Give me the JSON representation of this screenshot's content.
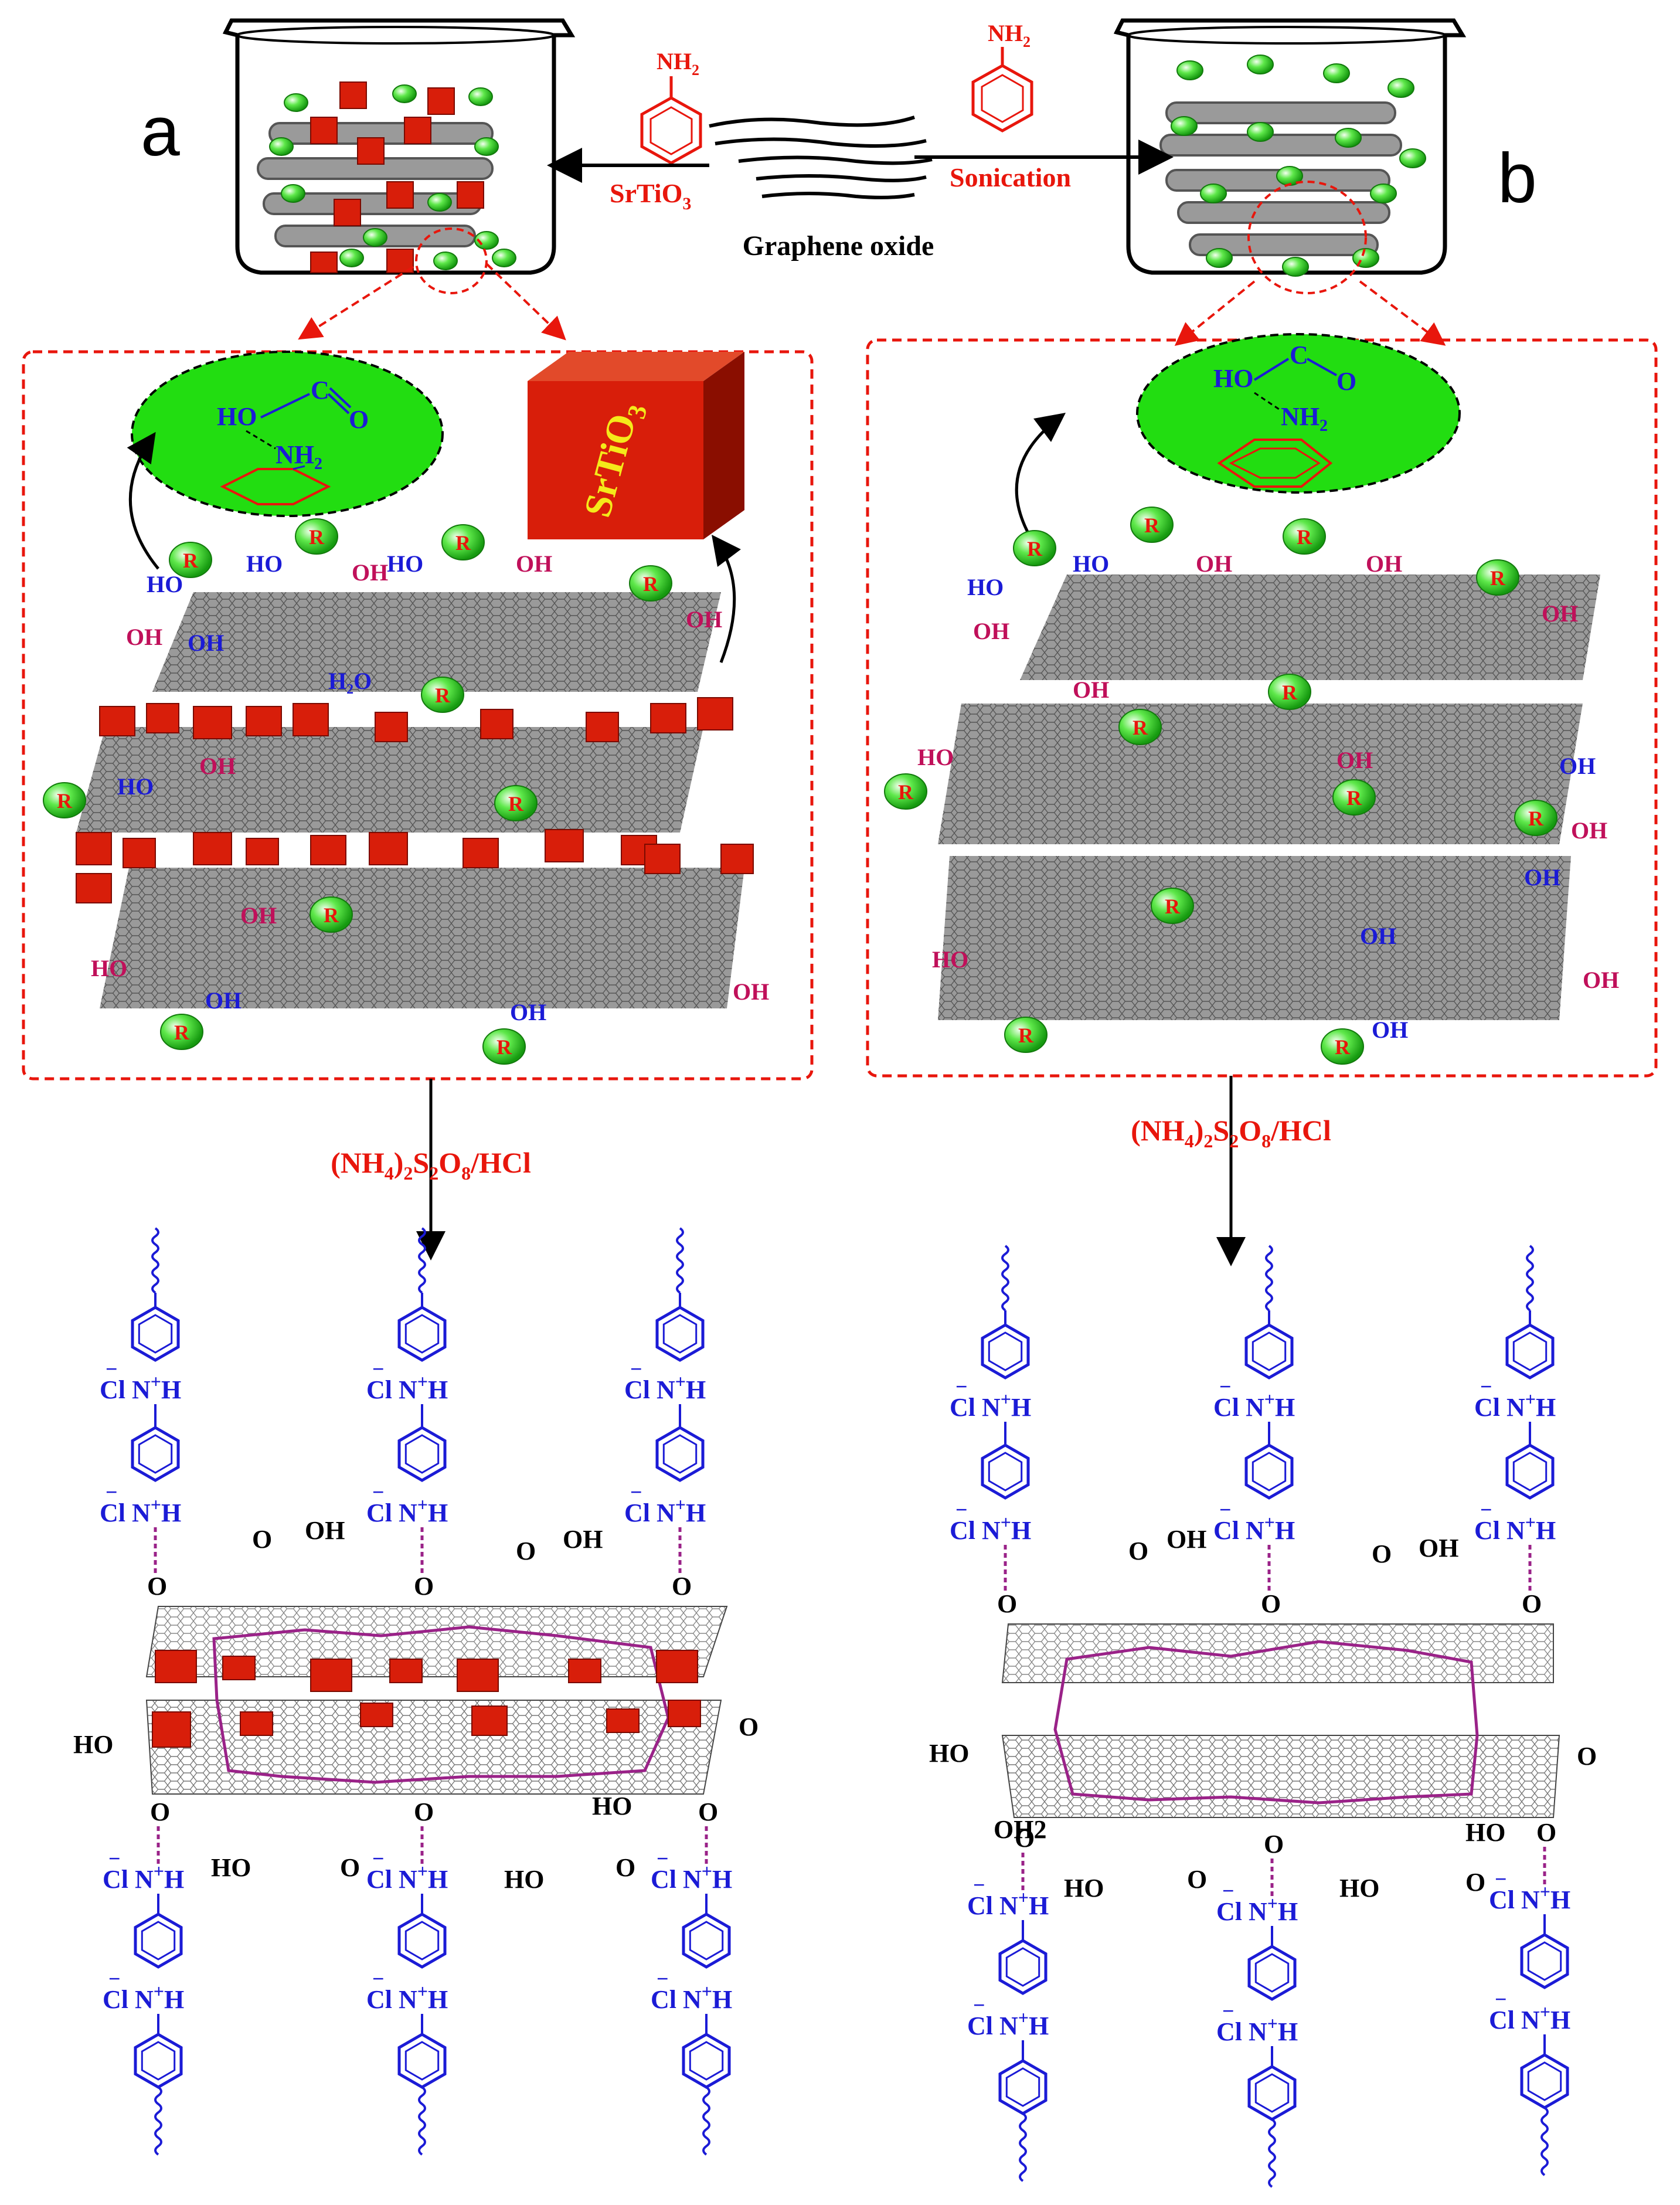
{
  "panels": {
    "a": {
      "letter": "a",
      "cube_label": "SrTiO",
      "cube_sub": "3",
      "arrow_reagent": "SrTiO",
      "arrow_reagent_sub": "3"
    },
    "b": {
      "letter": "b",
      "arrow_reagent": "Sonication"
    }
  },
  "center": {
    "graphene_label": "Graphene oxide",
    "nh2": "NH",
    "nh2_sub": "2"
  },
  "aniline_bubble": {
    "ho": "HO",
    "c": "C",
    "o": "O",
    "nh2": "NH",
    "nh2_sub": "2"
  },
  "oxidant": {
    "part1": "(NH",
    "sub1": "4",
    "part2": ")",
    "sub2": "2",
    "part3": "S",
    "sub3": "2",
    "part4": "O",
    "sub4": "8",
    "part5": "/HCl"
  },
  "functional_groups": {
    "oh": "OH",
    "ho": "HO",
    "r": "R",
    "c": "C",
    "o": "O",
    "h2o": "H₂O",
    "oh2": "OH2"
  },
  "pani": {
    "cl": "Cl",
    "minus": "−",
    "n": "N",
    "plus": "+",
    "h": "H"
  },
  "colors": {
    "red": "#e8160c",
    "blue": "#1b1bd6",
    "green": "#22dd11",
    "magenta": "#c0105a",
    "sheet": "#8c8c8c",
    "cube": "#d81e0a",
    "purple": "#9a2288"
  }
}
